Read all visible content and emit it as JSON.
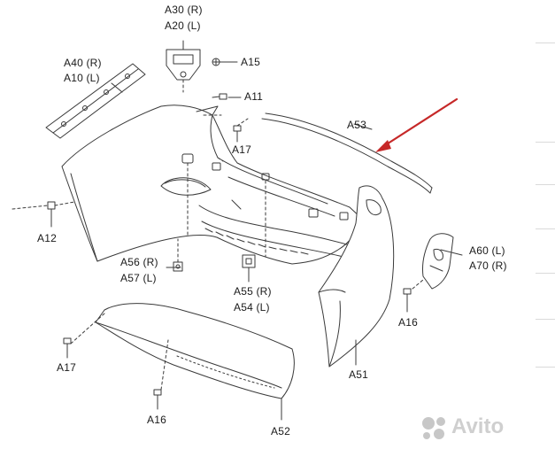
{
  "labels": {
    "a30": "A30 (R)",
    "a20": "A20 (L)",
    "a40": "A40 (R)",
    "a10": "A10 (L)",
    "a15": "A15",
    "a11": "A11",
    "a53": "A53",
    "a17_top": "A17",
    "a12": "A12",
    "a56": "A56 (R)",
    "a57": "A57 (L)",
    "a55": "A55 (R)",
    "a54": "A54 (L)",
    "a60": "A60 (L)",
    "a70": "A70 (R)",
    "a16_right": "A16",
    "a51": "A51",
    "a17_bottom": "A17",
    "a16_bottom": "A16",
    "a52": "A52"
  },
  "watermark": {
    "text": "Avito",
    "logo": "avito-logo"
  },
  "colors": {
    "lines": "#3a3a3a",
    "arrow": "#c62828",
    "watermark": "#c7c7c7"
  }
}
